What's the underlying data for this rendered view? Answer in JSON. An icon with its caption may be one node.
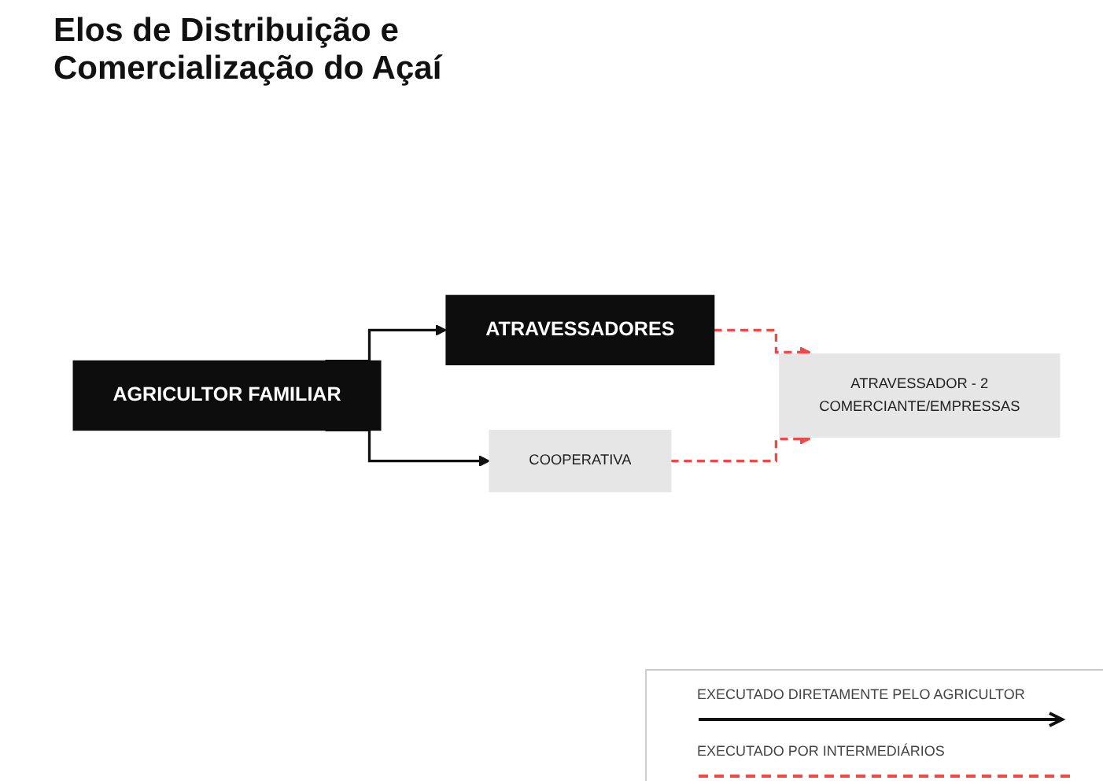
{
  "diagram": {
    "title": "Elos de Distribuição e Comercialização do Açaí",
    "nodes": [
      {
        "text": [
          "ATRAVESSADOR - 2",
          "COMERCIANTE/EMPRESSAS"
        ]
      },
      {
        "text": [
          "ATRAVESSADORES"
        ]
      },
      {
        "text": [
          "COOPERATIVA"
        ]
      },
      {
        "text": [
          "AGRICULTOR FAMILIAR"
        ]
      }
    ],
    "edges": [
      {
        "from": 3,
        "to": 1,
        "arrow": "to"
      },
      {
        "from": 3,
        "to": 2,
        "arrow": "to"
      },
      {
        "from": 1,
        "to": 0,
        "arrow": "to",
        "style": "dashed",
        "color": "#f04848"
      },
      {
        "from": 2,
        "to": 0,
        "arrow": "to",
        "style": "dashed",
        "color": "#f04848"
      }
    ],
    "legend": [
      {
        "text": "EXECUTADO DIRETAMENTE PELO AGRICULTOR"
      },
      {
        "text": "EXECUTADO POR INTERMEDIÁRIOS"
      }
    ]
  }
}
